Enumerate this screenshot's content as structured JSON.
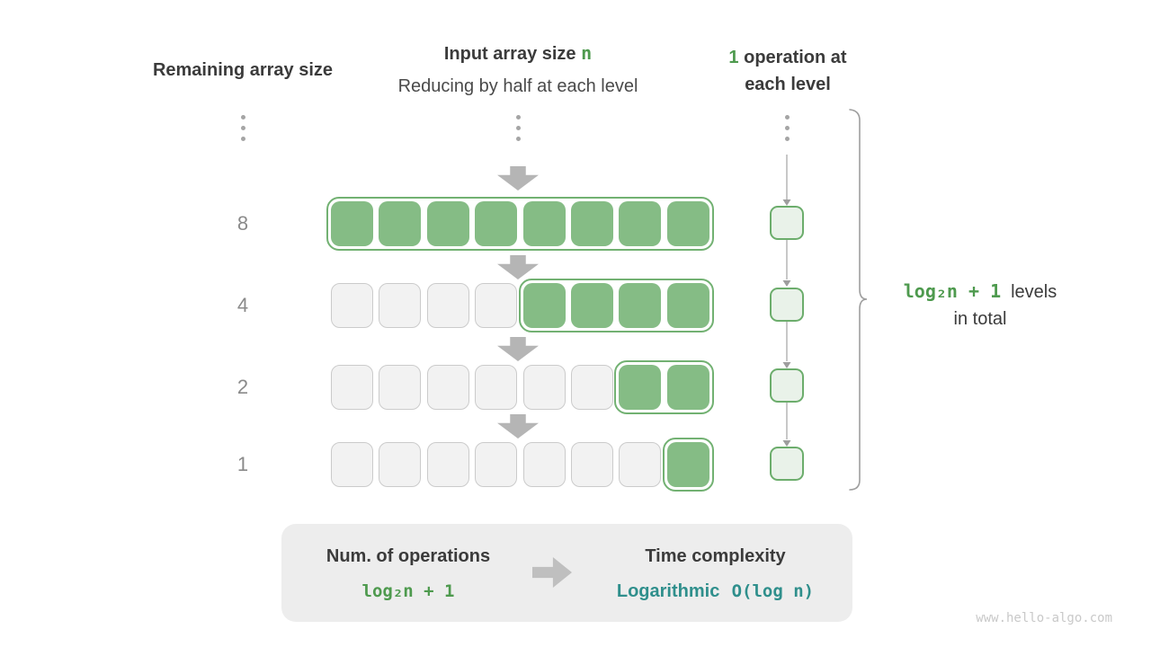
{
  "headers": {
    "left": "Remaining array size",
    "center": {
      "line1_text": "Input array size ",
      "line1_var": "n",
      "line2": "Reducing by half at each level"
    },
    "right": {
      "highlight": "1",
      "line1_rest": " operation at",
      "line2": "each level"
    }
  },
  "rows": [
    {
      "label": "8",
      "total_cells": 8,
      "active_cells": 8
    },
    {
      "label": "4",
      "total_cells": 8,
      "active_cells": 4
    },
    {
      "label": "2",
      "total_cells": 8,
      "active_cells": 2
    },
    {
      "label": "1",
      "total_cells": 8,
      "active_cells": 1
    }
  ],
  "brace_note": {
    "formula": "log₂n + 1",
    "line1_rest": "levels",
    "line2": "in total"
  },
  "summary": {
    "left_title": "Num. of operations",
    "left_formula": "log₂n + 1",
    "right_title": "Time complexity",
    "complexity_name": "Logarithmic",
    "complexity_notation": "O(log n)"
  },
  "watermark": "www.hello-algo.com",
  "colors": {
    "green_fill": "#85bc85",
    "green_border": "#72b172",
    "green_text": "#4e9a4e",
    "light_green_fill": "#e9f2e9",
    "light_green_border": "#6cad6c",
    "teal_text": "#2f8f8c",
    "gray_cell_fill": "#f2f2f2",
    "gray_cell_border": "#cbcbcb",
    "heading_text": "#3b3b3b",
    "label_text": "#8a8a8a",
    "arrow_gray": "#b5b5b5",
    "summary_box_bg": "#ededed"
  }
}
